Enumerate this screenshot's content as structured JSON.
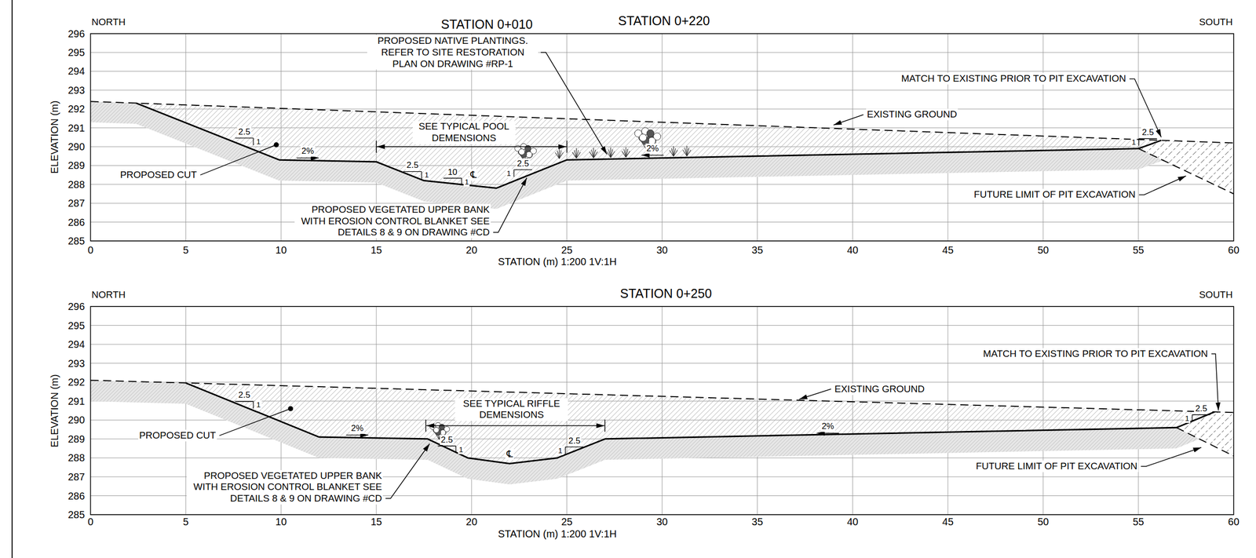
{
  "diagram": {
    "labels": [
      "NORTH",
      "STATION 0+010",
      "STATION 0+220",
      "SOUTH",
      "296",
      "295",
      "294",
      "293",
      "292",
      "291",
      "290",
      "289",
      "288",
      "287",
      "286",
      "285",
      "ELEVATION (m)",
      "0",
      "5",
      "10",
      "15",
      "20",
      "25",
      "30",
      "35",
      "40",
      "45",
      "50",
      "55",
      "60",
      "STATION (m) 1:200 1V:1H",
      "PROPOSED NATIVE PLANTINGS. REFER TO SITE RESTORATION PLAN ON DRAWING #RP-1",
      "MATCH TO EXISTING PRIOR TO PIT EXCAVATION",
      "EXISTING GROUND",
      "SEE TYPICAL POOL DEMENSIONS",
      "PROPOSED CUT",
      "PROPOSED VEGETATED UPPER BANK WITH EROSION CONTROL BLANKET SEE DETAILS 8 & 9 ON DRAWING #CD",
      "FUTURE LIMIT OF PIT EXCAVATION",
      "2.5",
      "1",
      "2%",
      "2.5",
      "1",
      "10",
      "1",
      "℄",
      "2.5",
      "1",
      "2%",
      "2.5",
      "1",
      "NORTH",
      "STATION 0+250",
      "SOUTH",
      "296",
      "295",
      "294",
      "293",
      "292",
      "291",
      "290",
      "289",
      "288",
      "287",
      "286",
      "285",
      "ELEVATION (m)",
      "0",
      "5",
      "10",
      "15",
      "20",
      "25",
      "30",
      "35",
      "40",
      "45",
      "50",
      "55",
      "60",
      "STATION (m) 1:200 1V:1H",
      "MATCH TO EXISTING PRIOR TO PIT EXCAVATION",
      "EXISTING GROUND",
      "SEE TYPICAL RIFFLE DEMENSIONS",
      "PROPOSED CUT",
      "PROPOSED VEGETATED UPPER BANK WITH EROSION CONTROL BLANKET SEE DETAILS 8 & 9 ON DRAWING #CD",
      "FUTURE LIMIT OF PIT EXCAVATION",
      "2.5",
      "1",
      "2%",
      "2.5",
      "1",
      "℄",
      "2.5",
      "1",
      "2%",
      "2.5",
      "1"
    ]
  }
}
